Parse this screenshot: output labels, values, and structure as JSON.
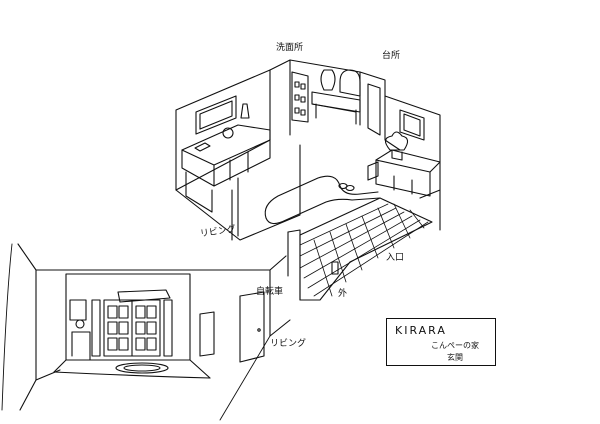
{
  "labels": {
    "washroom": "洗面所",
    "kitchen": "台所",
    "living_upper": "リビング",
    "living_lower": "リビング",
    "entrance": "入口",
    "outside": "外",
    "bicycle": "自転車"
  },
  "title_box": {
    "title": "KIRARA",
    "line1": "こんぺーの家",
    "line2": "玄関"
  },
  "colors": {
    "ink": "#111111",
    "paper": "#ffffff"
  }
}
